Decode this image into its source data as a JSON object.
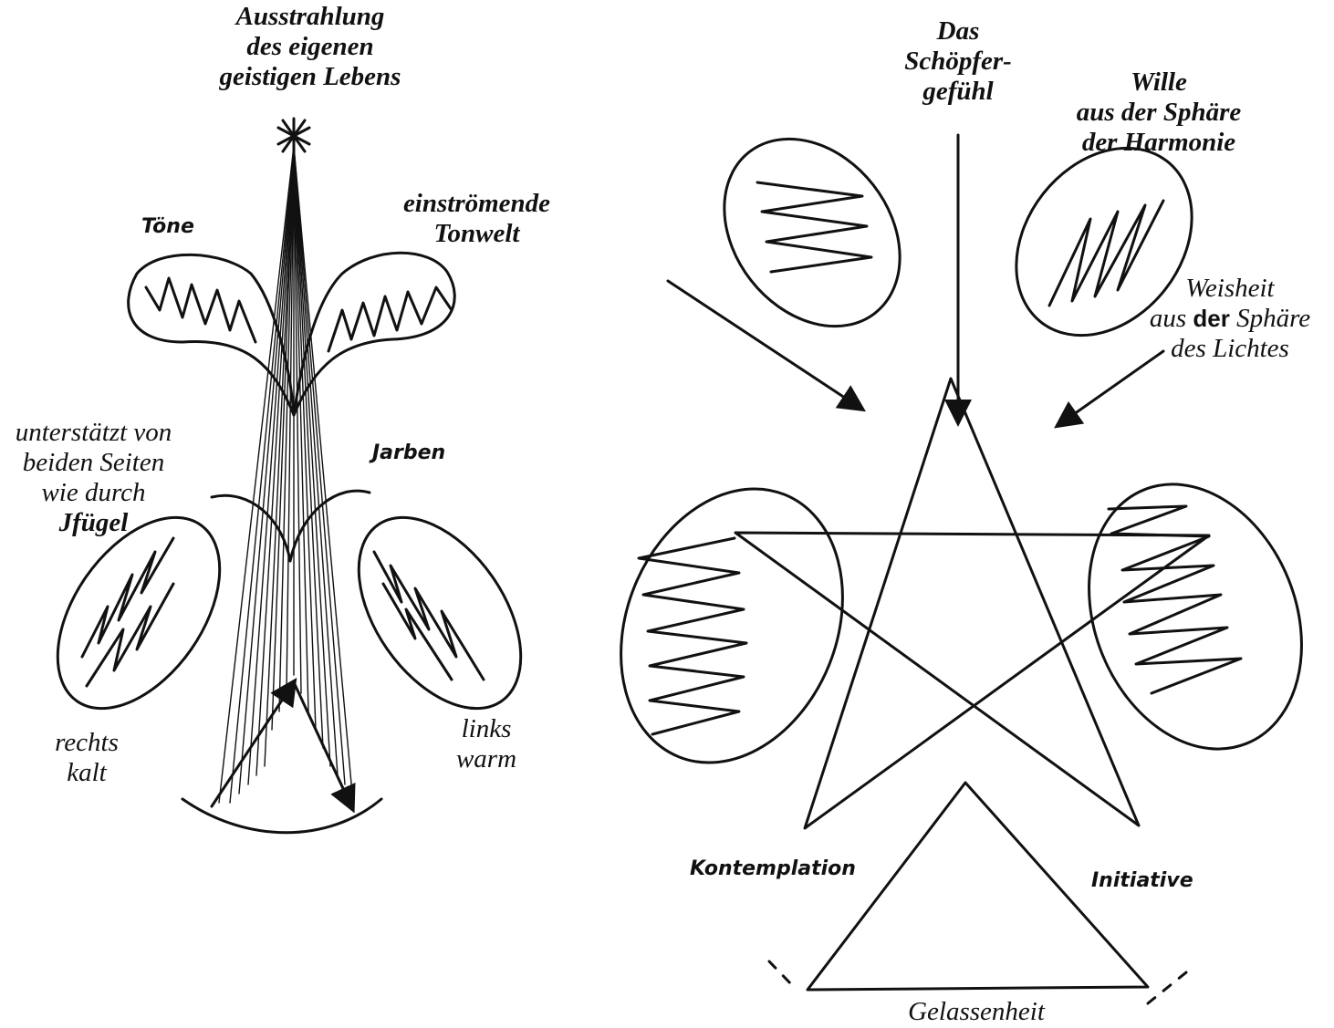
{
  "left": {
    "top_label": [
      "Ausstrahlung",
      "des eigenen",
      "geistigen Lebens"
    ],
    "tone_label": "Töne",
    "inflow_label": [
      "einströmende",
      "Tonwelt"
    ],
    "supported_label": [
      "unterstätzt  von",
      "beiden Seiten",
      "wie durch"
    ],
    "supported_bold": "Jfügel",
    "colors_label": "Jarben",
    "right_cold_label": [
      "rechts",
      "kalt"
    ],
    "left_warm_label": [
      "links",
      "warm"
    ]
  },
  "right": {
    "creator_label": [
      "Das",
      "Schöpfer-",
      "gefühl"
    ],
    "will_label": [
      "Wille",
      "aus der Sphäre",
      "der Harmonie"
    ],
    "wisdom_line1": "Weisheit",
    "wisdom_line2_a": "aus",
    "wisdom_line2_b": "der",
    "wisdom_line2_c": "Sphäre",
    "wisdom_line3": "des Lichtes",
    "contemplation_label": "Kontemplation",
    "initiative_label": "Initiative",
    "serenity_label": "Gelassenheit"
  },
  "colors": {
    "ink": "#111111",
    "background": "#ffffff"
  }
}
